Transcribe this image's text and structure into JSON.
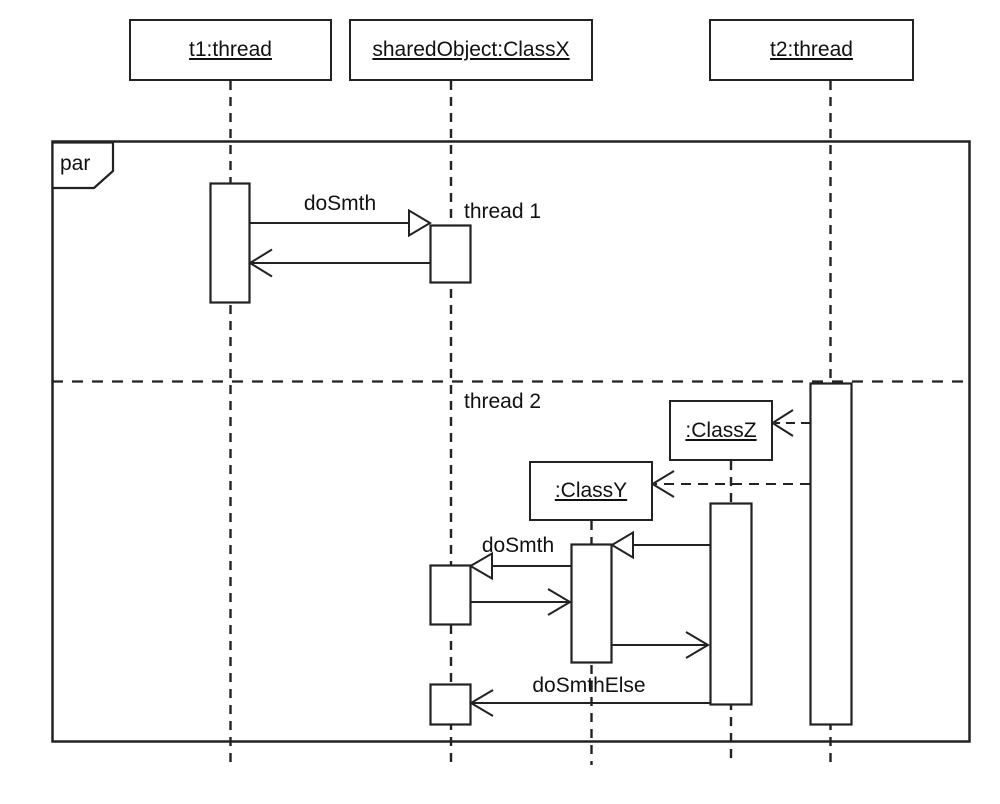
{
  "diagram": {
    "type": "uml-sequence-diagram",
    "colors": {
      "line": "#222222",
      "background": "#ffffff",
      "text": "#111111"
    },
    "lifelines": [
      {
        "label": "t1:thread"
      },
      {
        "label": "sharedObject:ClassX"
      },
      {
        "label": "t2:thread"
      }
    ],
    "created_objects": [
      {
        "label": ":ClassZ"
      },
      {
        "label": ":ClassY"
      }
    ],
    "fragment": {
      "operator": "par",
      "regions": [
        {
          "label": "thread 1"
        },
        {
          "label": "thread 2"
        }
      ]
    },
    "messages": [
      {
        "label": "doSmth",
        "kind": "sync-call",
        "from": "t1:thread",
        "to": "sharedObject:ClassX"
      },
      {
        "label": "",
        "kind": "return",
        "from": "sharedObject:ClassX",
        "to": "t1:thread"
      },
      {
        "label": "",
        "kind": "create",
        "from": "t2:thread",
        "to": ":ClassZ"
      },
      {
        "label": "",
        "kind": "create",
        "from": "t2:thread",
        "to": ":ClassY"
      },
      {
        "label": "",
        "kind": "sync-call",
        "from": ":ClassZ",
        "to": ":ClassY"
      },
      {
        "label": "doSmth",
        "kind": "sync-call",
        "from": ":ClassY",
        "to": "sharedObject:ClassX"
      },
      {
        "label": "",
        "kind": "async",
        "from": "sharedObject:ClassX",
        "to": ":ClassY"
      },
      {
        "label": "",
        "kind": "async",
        "from": ":ClassY",
        "to": ":ClassZ"
      },
      {
        "label": "doSmthElse",
        "kind": "async",
        "from": ":ClassZ",
        "to": "sharedObject:ClassX"
      }
    ]
  }
}
